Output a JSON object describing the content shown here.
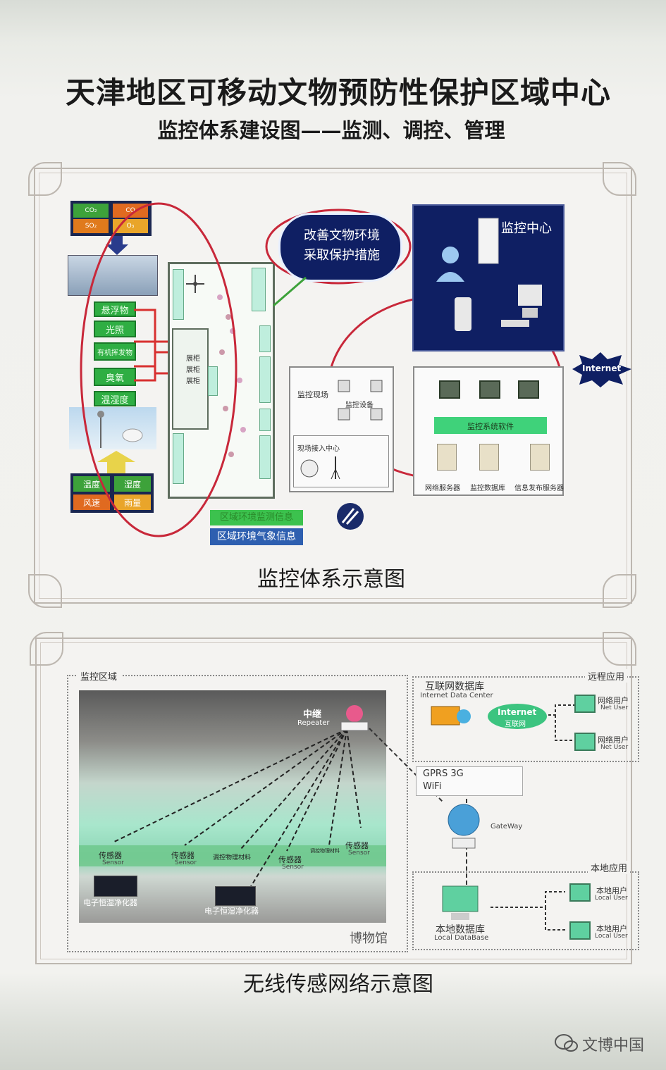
{
  "poster": {
    "title": "天津地区可移动文物预防性保护区域中心",
    "subtitle": "监控体系建设图——监测、调控、管理"
  },
  "monitoring_system": {
    "caption": "监控体系示意图",
    "gas_sensors": [
      "CO₂",
      "CO",
      "SO₂",
      "O₃"
    ],
    "environment_items": [
      "悬浮物",
      "光照",
      "有机挥发物",
      "臭氧",
      "温湿度"
    ],
    "weather_tiles": [
      "温度",
      "湿度",
      "风速",
      "雨量"
    ],
    "cloud_text": [
      "改善文物环境",
      "采取保护措施"
    ],
    "monitor_center_label": "监控中心",
    "internet_label": "Internet",
    "site_label": "监控现场",
    "device_label": "监控设备",
    "access_label": "现场接入中心",
    "software_label": "监控系统软件",
    "servers": [
      "网络服务器",
      "监控数据库",
      "信息发布服务器"
    ],
    "legend": [
      "区域环境监测信息",
      "区域环境气象信息"
    ],
    "showcase_labels": [
      "展柜",
      "展柜",
      "展柜"
    ]
  },
  "wireless_network": {
    "caption": "无线传感网络示意图",
    "zone_label": "监控区域",
    "repeater_cn": "中继",
    "repeater_en": "Repeater",
    "sensor_cn": "传感器",
    "sensor_en": "Sensor",
    "material_label": "调控物理材料",
    "material_label2": "调控物理材料",
    "purifier_label": "电子恒湿净化器",
    "museum_label": "博物馆",
    "internet_db_cn": "互联网数据库",
    "internet_db_en": "Internet Data Center",
    "remote_app": "远程应用",
    "cloud_en": "Internet",
    "cloud_cn": "互联网",
    "net_user_cn": "网络用户",
    "net_user_en": "Net User",
    "gprs_line1": "GPRS 3G",
    "gprs_line2": "WiFi",
    "gateway_en": "GateWay",
    "local_app": "本地应用",
    "local_db_cn": "本地数据库",
    "local_db_en": "Local DataBase",
    "local_user_cn": "本地用户",
    "local_user_en": "Local User"
  },
  "watermark": "文博中国",
  "colors": {
    "panel_border": "#bdb7b0",
    "env_green": "#2fae43",
    "monitor_center": "#0f1f63",
    "ellipse_red": "#c8283a",
    "legend_blue": "#2e5fb0",
    "mint_glow": "#8fe6c0"
  }
}
